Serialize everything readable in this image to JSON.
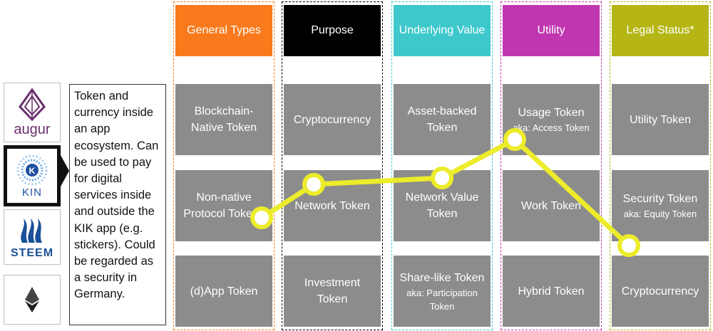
{
  "logos": [
    {
      "name": "augur",
      "label": "augur"
    },
    {
      "name": "kin",
      "label": "KIN"
    },
    {
      "name": "steem",
      "label": "STEEM"
    },
    {
      "name": "ethereum",
      "label": ""
    }
  ],
  "description": "Token and currency inside an app ecosystem. Can be used to pay for digital services inside and outside the KIK app (e.g. stickers). Could be regarded as a security in Germany.",
  "columns": [
    {
      "header": "General Types",
      "color": "#f97a1c",
      "header_text_color": "#ffffff",
      "cells": [
        {
          "main": "Blockchain-Native Token",
          "sub": ""
        },
        {
          "main": "Non-native Protocol Tokens",
          "sub": ""
        },
        {
          "main": "(d)App Token",
          "sub": ""
        }
      ]
    },
    {
      "header": "Purpose",
      "color": "#000000",
      "header_text_color": "#ffffff",
      "cells": [
        {
          "main": "Cryptocurrency",
          "sub": ""
        },
        {
          "main": "Network Token",
          "sub": ""
        },
        {
          "main": "Investment Token",
          "sub": ""
        }
      ]
    },
    {
      "header": "Underlying Value",
      "color": "#3ec8cc",
      "header_text_color": "#ffffff",
      "cells": [
        {
          "main": "Asset-backed Token",
          "sub": ""
        },
        {
          "main": "Network Value Token",
          "sub": ""
        },
        {
          "main": "Share-like Token",
          "sub": "aka: Participation Token"
        }
      ]
    },
    {
      "header": "Utility",
      "color": "#c036b0",
      "header_text_color": "#ffffff",
      "cells": [
        {
          "main": "Usage Token",
          "sub": "aka: Access Token"
        },
        {
          "main": "Work Token",
          "sub": ""
        },
        {
          "main": "Hybrid Token",
          "sub": ""
        }
      ]
    },
    {
      "header": "Legal Status*",
      "color": "#b5b515",
      "header_text_color": "#ffffff",
      "cells": [
        {
          "main": "Utility Token",
          "sub": ""
        },
        {
          "main": "Security Token",
          "sub": "aka: Equity Token"
        },
        {
          "main": "Cryptocurrency",
          "sub": ""
        }
      ]
    }
  ],
  "path_color": "#ecec2a"
}
